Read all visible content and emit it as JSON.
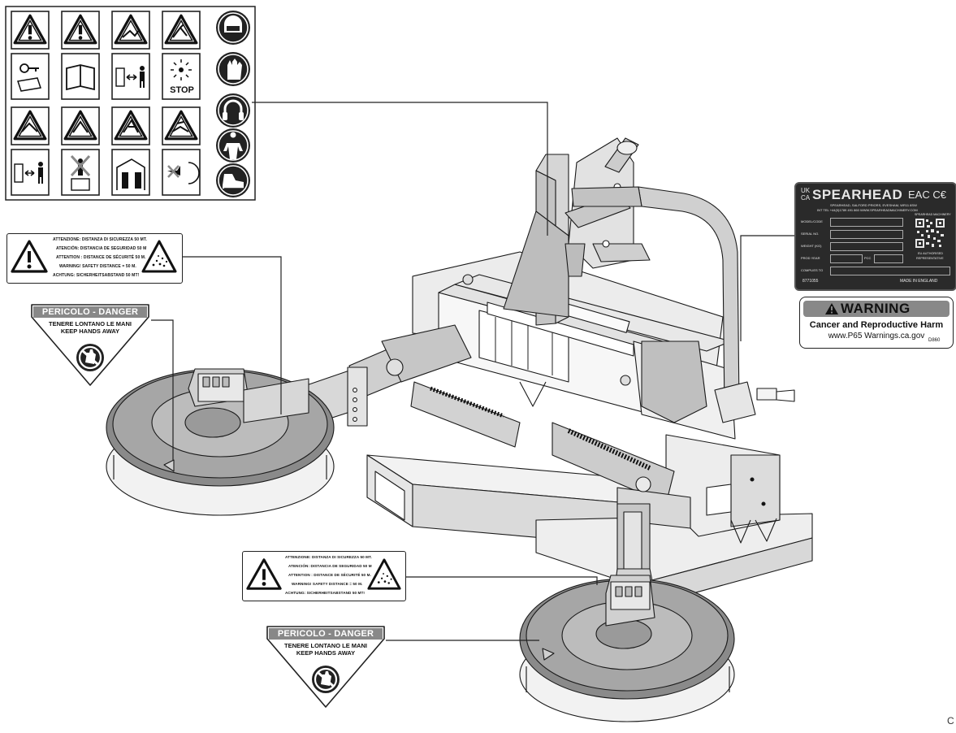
{
  "pictogram_panel": {
    "stop_label": "STOP"
  },
  "distance_decal": {
    "lines": [
      "ATTENZIONE: DISTANZA DI SICUREZZA 50 MT.",
      "ATENCIÓN: DISTANCIA DE SEGURIDAD 50 M",
      "ATTENTION : DISTANCE DE SÉCURITÉ 50 M.",
      "WARNING! SAFETY DISTANCE = 50 M.",
      "ACHTUNG: SICHERHEITSABSTAND 50 MT!"
    ]
  },
  "danger_decal": {
    "header": "PERICOLO - DANGER",
    "line1": "TENERE LONTANO LE MANI",
    "line2": "KEEP HANDS AWAY"
  },
  "id_plate": {
    "uk_mark_top": "UK",
    "uk_mark_bottom": "CA",
    "brand": "SPEARHEAD",
    "marks": "EAC C€",
    "address_line": "SPEARHEAD, SALFORD PRIORS, EVESHAM, WR11 8SW",
    "contact_line": "INT TEL +44(0)1789 491 860   WWW.SPEARHEADMACHINERY.COM",
    "field_model": "MODEL/CODE",
    "field_serial": "SERIAL NO.",
    "field_weight": "WEIGHT (KG)",
    "field_year": "PROD YEAR",
    "field_pcc": "PCC",
    "field_complies": "COMPLIES TO",
    "qr_caption": "SPEARHEAD MACHINERY",
    "rep_line1": "EU AUTHORISED",
    "rep_line2": "REPRESENTATIVE",
    "part_no": "8771055",
    "made_in": "MADE IN ENGLAND"
  },
  "prop65_decal": {
    "heading": "WARNING",
    "line1": "Cancer and Reproductive Harm",
    "line2": "www.P65 Warnings.ca.gov",
    "code": "D860"
  },
  "page_edge_char": "C"
}
